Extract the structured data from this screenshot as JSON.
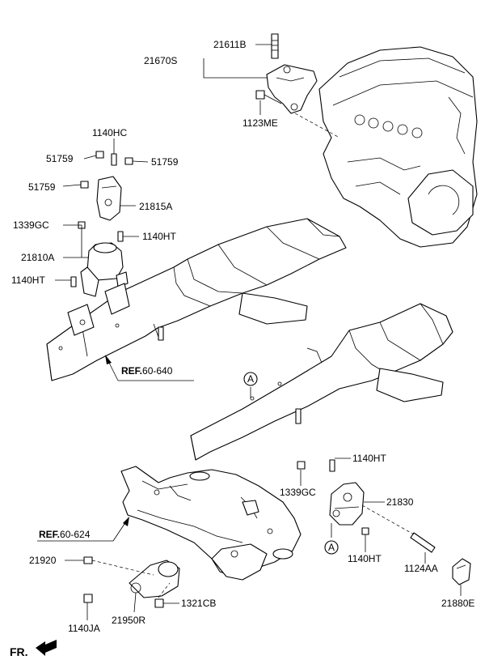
{
  "callouts": {
    "c21611B": "21611B",
    "c21670S": "21670S",
    "c1123ME": "1123ME",
    "c1140HC": "1140HC",
    "c51759a": "51759",
    "c51759b": "51759",
    "c51759c": "51759",
    "c21815A": "21815A",
    "c1339GCa": "1339GC",
    "c1140HTa": "1140HT",
    "c21810A": "21810A",
    "c1140HTb": "1140HT",
    "c1140HTc": "1140HT",
    "c1339GCb": "1339GC",
    "c21830": "21830",
    "c1140HTd": "1140HT",
    "c1124AA": "1124AA",
    "c21880E": "21880E",
    "c21920": "21920",
    "c1321CB": "1321CB",
    "c21950R": "21950R",
    "c1140JA": "1140JA"
  },
  "refs": {
    "ref1_prefix": "REF.",
    "ref1_num": "60-640",
    "ref2_prefix": "REF.",
    "ref2_num": "60-624"
  },
  "markers": {
    "a_upper": "A",
    "a_lower": "A"
  },
  "direction": {
    "label": "FR."
  }
}
